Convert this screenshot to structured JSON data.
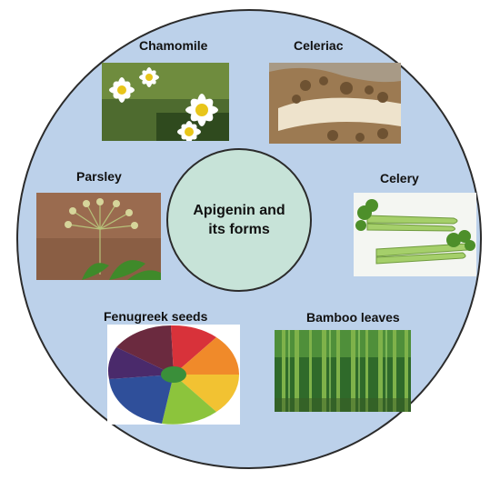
{
  "center": {
    "label": "Apigenin and its forms"
  },
  "items": [
    {
      "id": "chamomile",
      "label": "Chamomile",
      "image": "chamomile-flowers-photo"
    },
    {
      "id": "celeriac",
      "label": "Celeriac",
      "image": "celeriac-root-photo"
    },
    {
      "id": "parsley",
      "label": "Parsley",
      "image": "parsley-plant-photo"
    },
    {
      "id": "celery",
      "label": "Celery",
      "image": "celery-stalks-photo"
    },
    {
      "id": "fenugreek",
      "label": "Fenugreek seeds",
      "image": "fruit-and-vegetable-bowl-photo"
    },
    {
      "id": "bamboo",
      "label": "Bamboo leaves",
      "image": "bamboo-forest-photo"
    }
  ],
  "colors": {
    "outer_circle": "#bcd1ea",
    "center_circle": "#c7e3d8",
    "outline": "#2b2b2b"
  }
}
